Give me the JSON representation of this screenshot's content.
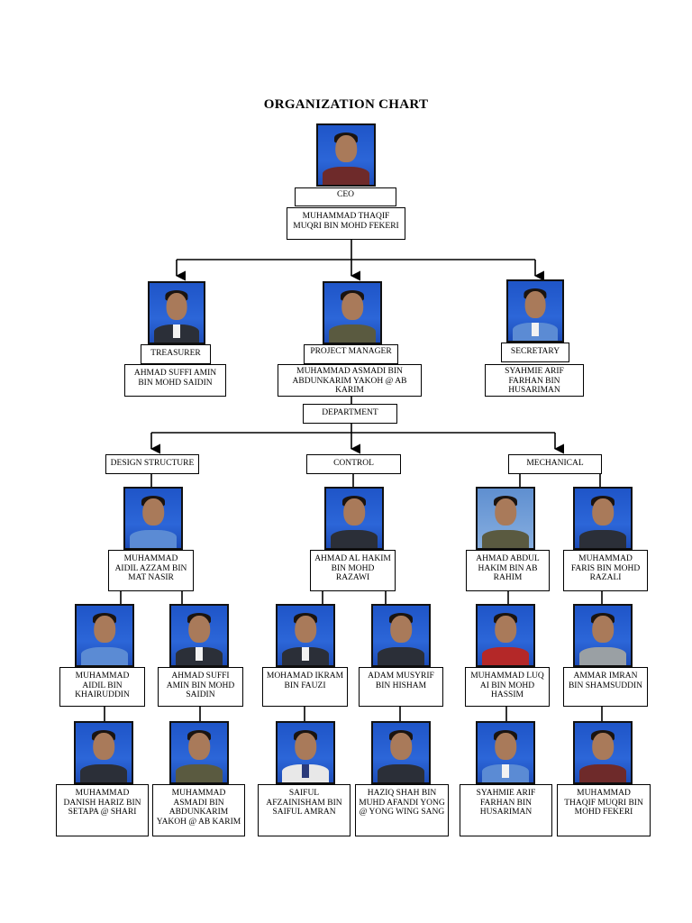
{
  "title": "ORGANIZATION CHART",
  "department_label": "DEPARTMENT",
  "ceo": {
    "role": "CEO",
    "name": "MUHAMMAD THAQIF MUQRI BIN MOHD FEKERI"
  },
  "treasurer": {
    "role": "TREASURER",
    "name": "AHMAD SUFFI AMIN BIN MOHD SAIDIN"
  },
  "project_manager": {
    "role": "PROJECT MANAGER",
    "name": "MUHAMMAD ASMADI BIN ABDUNKARIM YAKOH @ AB KARIM"
  },
  "secretary": {
    "role": "SECRETARY",
    "name": "SYAHMIE ARIF FARHAN BIN HUSARIMAN"
  },
  "departments": {
    "design": {
      "label": "DESIGN STRUCTURE",
      "head": "MUHAMMAD AIDIL AZZAM BIN MAT NASIR",
      "members": [
        "MUHAMMAD AIDIL BIN KHAIRUDDIN",
        "AHMAD SUFFI AMIN BIN MOHD SAIDIN",
        "MUHAMMAD DANISH HARIZ BIN SETAPA @ SHARI",
        "MUHAMMAD ASMADI BIN ABDUNKARIM YAKOH @ AB KARIM"
      ]
    },
    "control": {
      "label": "CONTROL",
      "head": "AHMAD AL HAKIM BIN MOHD RAZAWI",
      "members": [
        "MOHAMAD IKRAM BIN FAUZI",
        "ADAM MUSYRIF BIN HISHAM",
        "SAIFUL AFZAINISHAM BIN SAIFUL AMRAN",
        "HAZIQ SHAH BIN MUHD AFANDI YONG @ YONG WING SANG"
      ]
    },
    "mechanical": {
      "label": "MECHANICAL",
      "heads": [
        "AHMAD ABDUL HAKIM BIN AB RAHIM",
        "MUHAMMAD FARIS BIN MOHD RAZALI"
      ],
      "members": [
        "MUHAMMAD LUQ AI BIN MOHD HASSIM",
        "AMMAR IMRAN BIN SHAMSUDDIN",
        "SYAHMIE ARIF FARHAN BIN HUSARIMAN",
        "MUHAMMAD THAQIF MUQRI BIN MOHD FEKERI"
      ]
    }
  }
}
